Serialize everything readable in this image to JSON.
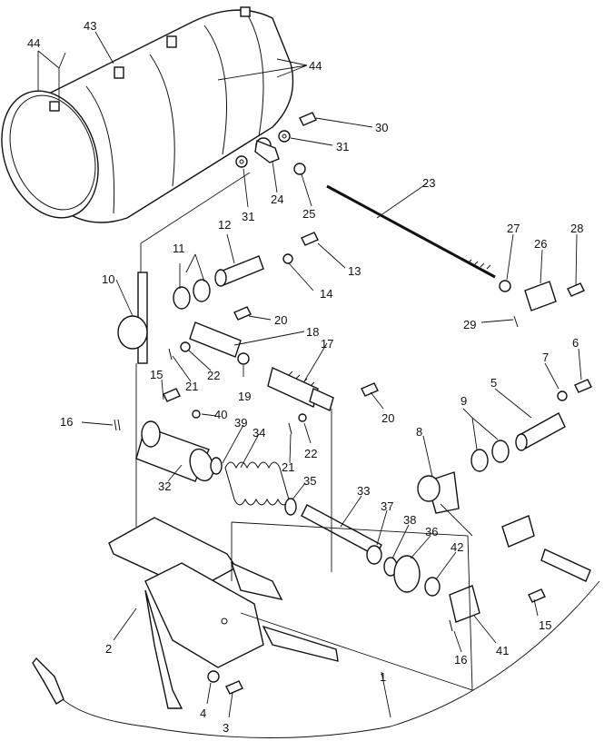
{
  "diagram": {
    "callouts": {
      "c1": "1",
      "c2": "2",
      "c3": "3",
      "c4": "4",
      "c5": "5",
      "c6": "6",
      "c7": "7",
      "c8": "8",
      "c9": "9",
      "c10": "10",
      "c11": "11",
      "c12": "12",
      "c13": "13",
      "c14": "14",
      "c15a": "15",
      "c15b": "15",
      "c16a": "16",
      "c16b": "16",
      "c17": "17",
      "c18": "18",
      "c19": "19",
      "c20a": "20",
      "c20b": "20",
      "c21a": "21",
      "c21b": "21",
      "c22a": "22",
      "c22b": "22",
      "c23": "23",
      "c24": "24",
      "c25": "25",
      "c26": "26",
      "c27": "27",
      "c28": "28",
      "c29": "29",
      "c30": "30",
      "c31a": "31",
      "c31b": "31",
      "c32": "32",
      "c33": "33",
      "c34": "34",
      "c35": "35",
      "c36": "36",
      "c37": "37",
      "c38": "38",
      "c39": "39",
      "c40": "40",
      "c41": "41",
      "c42": "42",
      "c43": "43",
      "c44a": "44",
      "c44b": "44"
    }
  }
}
